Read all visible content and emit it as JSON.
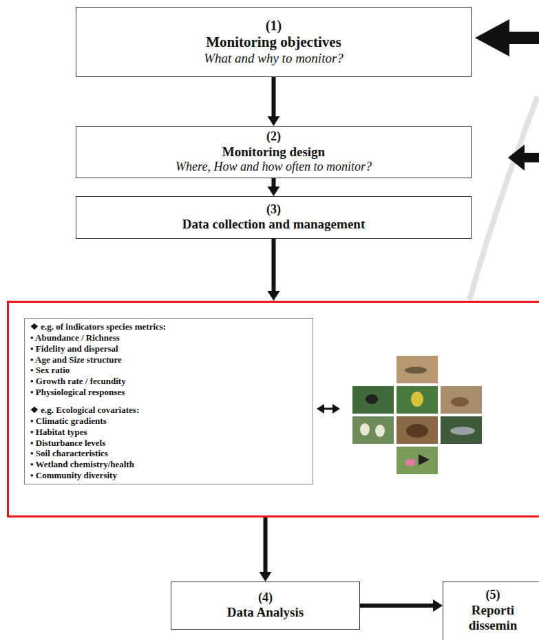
{
  "diagram": {
    "nodes": [
      {
        "text": [
          "(1)",
          "Monitoring objectives",
          "What and why to monitor?"
        ]
      },
      {
        "text": [
          "(2)",
          "Monitoring design",
          "Where, How and how often to monitor?"
        ]
      },
      {
        "text": [
          "(3)",
          "Data collection and management"
        ]
      },
      {
        "text": []
      },
      {
        "text": [
          "❖ e.g. of indicators species metrics:",
          "• Abundance / Richness",
          "• Fidelity and dispersal",
          "• Age and Size structure",
          "• Sex ratio",
          "• Growth rate / fecundity",
          "• Physiological responses",
          "❖ e.g. Ecological covariates:",
          "• Climatic gradients",
          "• Habitat types",
          "• Disturbance levels",
          "• Soil characteristics",
          "• Wetland chemistry/health",
          "• Community diversity"
        ],
        "in": 3
      },
      {
        "text": [
          "(4)",
          "Data Analysis"
        ]
      },
      {
        "text": [
          "(5)",
          "Reporti dissemin"
        ]
      }
    ],
    "edges": [
      {
        "from": 0,
        "to": 1,
        "arrow": "to"
      },
      {
        "from": 1,
        "to": 2,
        "arrow": "to"
      },
      {
        "from": 2,
        "to": 3,
        "arrow": "to"
      },
      {
        "from": 3,
        "to": 5,
        "arrow": "to"
      },
      {
        "from": 5,
        "to": 6,
        "arrow": "to"
      }
    ]
  }
}
